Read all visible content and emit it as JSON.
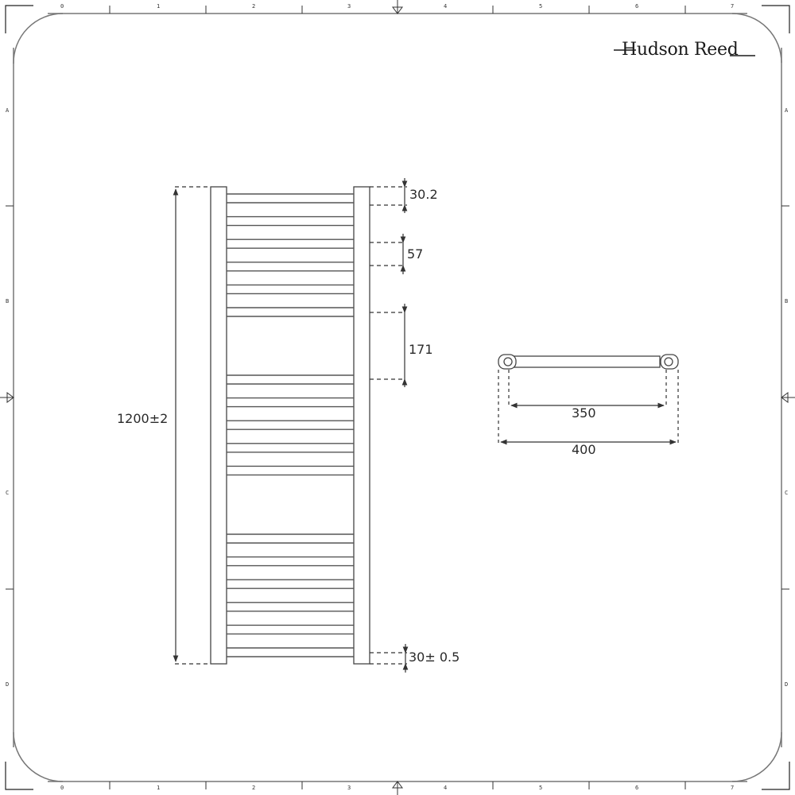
{
  "brand": {
    "name": "Hudson Reed"
  },
  "frame": {
    "column_labels": [
      "0",
      "1",
      "2",
      "3",
      "4",
      "5",
      "6",
      "7"
    ],
    "row_labels": [
      "A",
      "B",
      "C",
      "D"
    ]
  },
  "front_view": {
    "overall_height": {
      "label": "1200±2",
      "value": 1200,
      "tolerance": 2
    },
    "top_offset": {
      "label": "30.2",
      "value": 30.2
    },
    "rail_pitch": {
      "label": "57",
      "value": 57
    },
    "group_gap": {
      "label": "171",
      "value": 171
    },
    "bottom_offset": {
      "label": "30± 0.5",
      "value": 30,
      "tolerance": 0.5
    },
    "rail_groups": [
      {
        "name": "top",
        "rail_count": 12
      },
      {
        "name": "middle",
        "rail_count": 10
      },
      {
        "name": "bottom",
        "rail_count": 12
      }
    ]
  },
  "top_view": {
    "pipe_centres": {
      "label": "350",
      "value": 350
    },
    "overall_width": {
      "label": "400",
      "value": 400
    }
  },
  "colors": {
    "line": "#3a3a3a",
    "frame": "#666666",
    "background": "#ffffff"
  }
}
